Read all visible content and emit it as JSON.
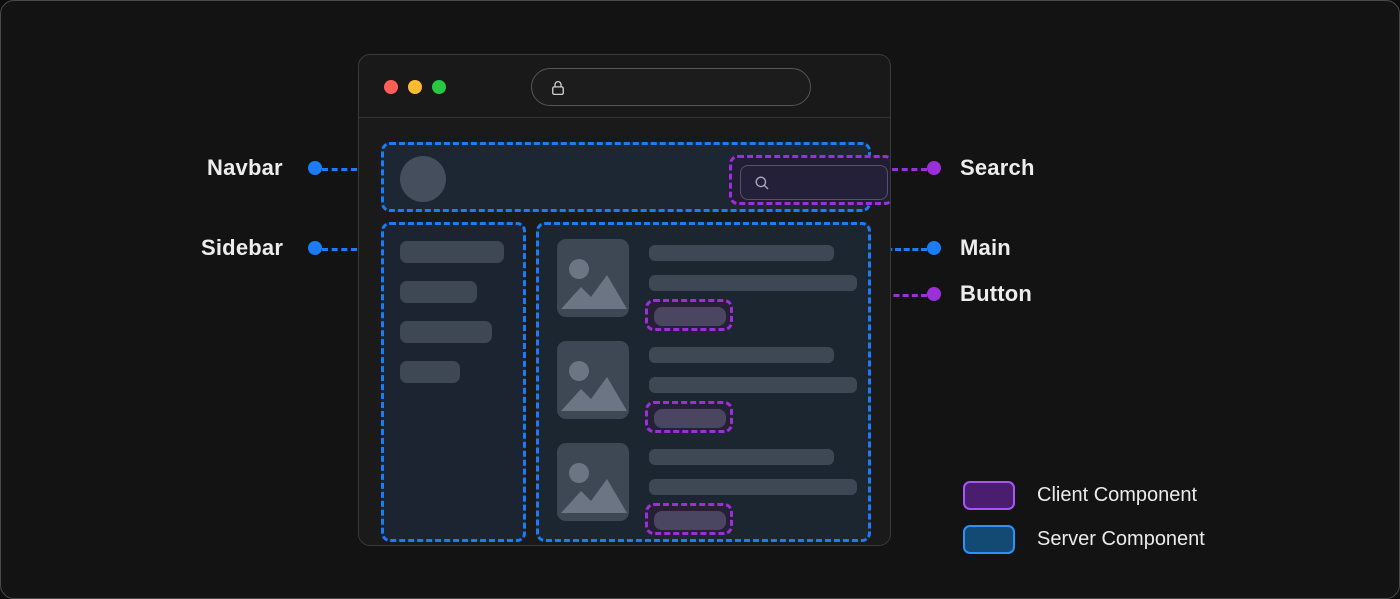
{
  "annotations": [
    {
      "id": "navbar",
      "label": "Navbar",
      "color": "blue",
      "side": "left"
    },
    {
      "id": "sidebar",
      "label": "Sidebar",
      "color": "blue",
      "side": "left"
    },
    {
      "id": "search",
      "label": "Search",
      "color": "purple",
      "side": "right"
    },
    {
      "id": "main",
      "label": "Main",
      "color": "blue",
      "side": "right"
    },
    {
      "id": "button",
      "label": "Button",
      "color": "purple",
      "side": "right"
    }
  ],
  "browser": {
    "traffic_lights": [
      {
        "name": "close",
        "color": "#ff5f56"
      },
      {
        "name": "minimize",
        "color": "#febc2e"
      },
      {
        "name": "maximize",
        "color": "#28c840"
      }
    ],
    "url_bar": {
      "value": "",
      "placeholder": "",
      "icon": "lock-icon"
    }
  },
  "navbar": {
    "avatar_icon": "avatar-circle",
    "search": {
      "icon": "search-icon",
      "value": "",
      "placeholder": ""
    }
  },
  "sidebar": {
    "items": [
      {
        "label": ""
      },
      {
        "label": ""
      },
      {
        "label": ""
      },
      {
        "label": ""
      }
    ]
  },
  "main": {
    "cards": [
      {
        "thumb_icon": "image-placeholder-icon",
        "title": "",
        "subtitle": "",
        "button_label": ""
      },
      {
        "thumb_icon": "image-placeholder-icon",
        "title": "",
        "subtitle": "",
        "button_label": ""
      },
      {
        "thumb_icon": "image-placeholder-icon",
        "title": "",
        "subtitle": "",
        "button_label": ""
      }
    ]
  },
  "legend": {
    "items": [
      {
        "label": "Client Component",
        "fill": "#4a1d6e",
        "border": "#a855f7"
      },
      {
        "label": "Server Component",
        "fill": "#134a73",
        "border": "#2e90fa"
      }
    ]
  },
  "colors": {
    "client_accent": "#9b30d9",
    "server_accent": "#1c7cf5",
    "canvas_bg": "#131313",
    "window_bg": "#1a1a1a"
  }
}
